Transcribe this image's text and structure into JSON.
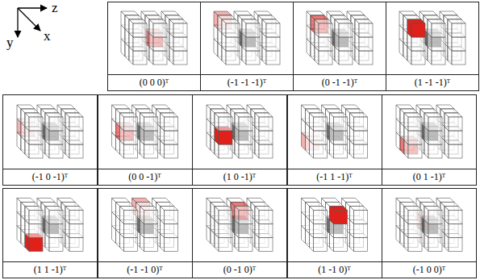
{
  "diagram": {
    "nodes": [
      {
        "text": [
          "(0 0 0)ᵀ"
        ]
      },
      {
        "text": [
          "(-1 -1 -1)ᵀ"
        ]
      },
      {
        "text": [
          "(0 -1 -1)ᵀ"
        ]
      },
      {
        "text": [
          "(1 -1 -1)ᵀ"
        ]
      },
      {
        "text": [
          "(-1 0 -1)ᵀ"
        ]
      },
      {
        "text": [
          "(0 0 -1)ᵀ"
        ]
      },
      {
        "text": [
          "(1 0 -1)ᵀ"
        ]
      },
      {
        "text": [
          "(-1 1 -1)ᵀ"
        ]
      },
      {
        "text": [
          "(0 1 -1)ᵀ"
        ]
      },
      {
        "text": [
          "(1 1 -1)ᵀ"
        ]
      },
      {
        "text": [
          "(-1 -1 0)ᵀ"
        ]
      },
      {
        "text": [
          "(0 -1 0)ᵀ"
        ]
      },
      {
        "text": [
          "(1 -1 0)ᵀ"
        ]
      },
      {
        "text": [
          "(-1 0 0)ᵀ"
        ]
      }
    ],
    "labels": [
      "z",
      "y",
      "x"
    ]
  }
}
